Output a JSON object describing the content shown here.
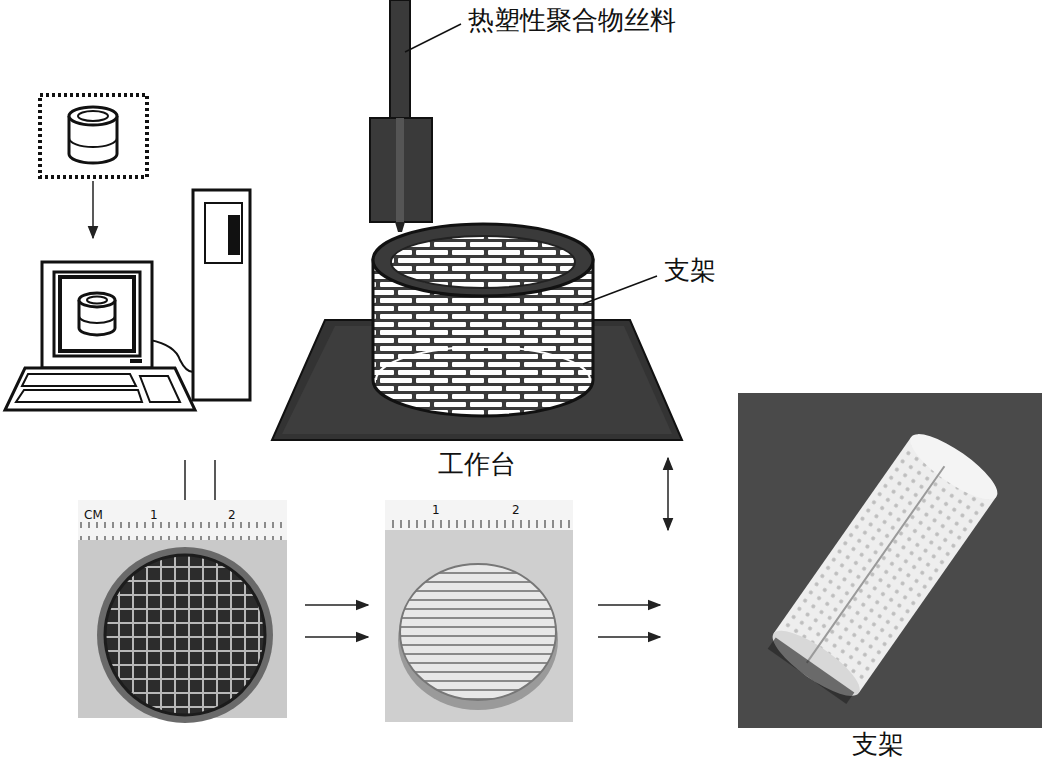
{
  "diagram": {
    "labels": [
      "热塑性聚合物丝料",
      "支架",
      "工作台",
      "CM",
      "1",
      "2",
      "1",
      "2",
      "支架"
    ]
  }
}
